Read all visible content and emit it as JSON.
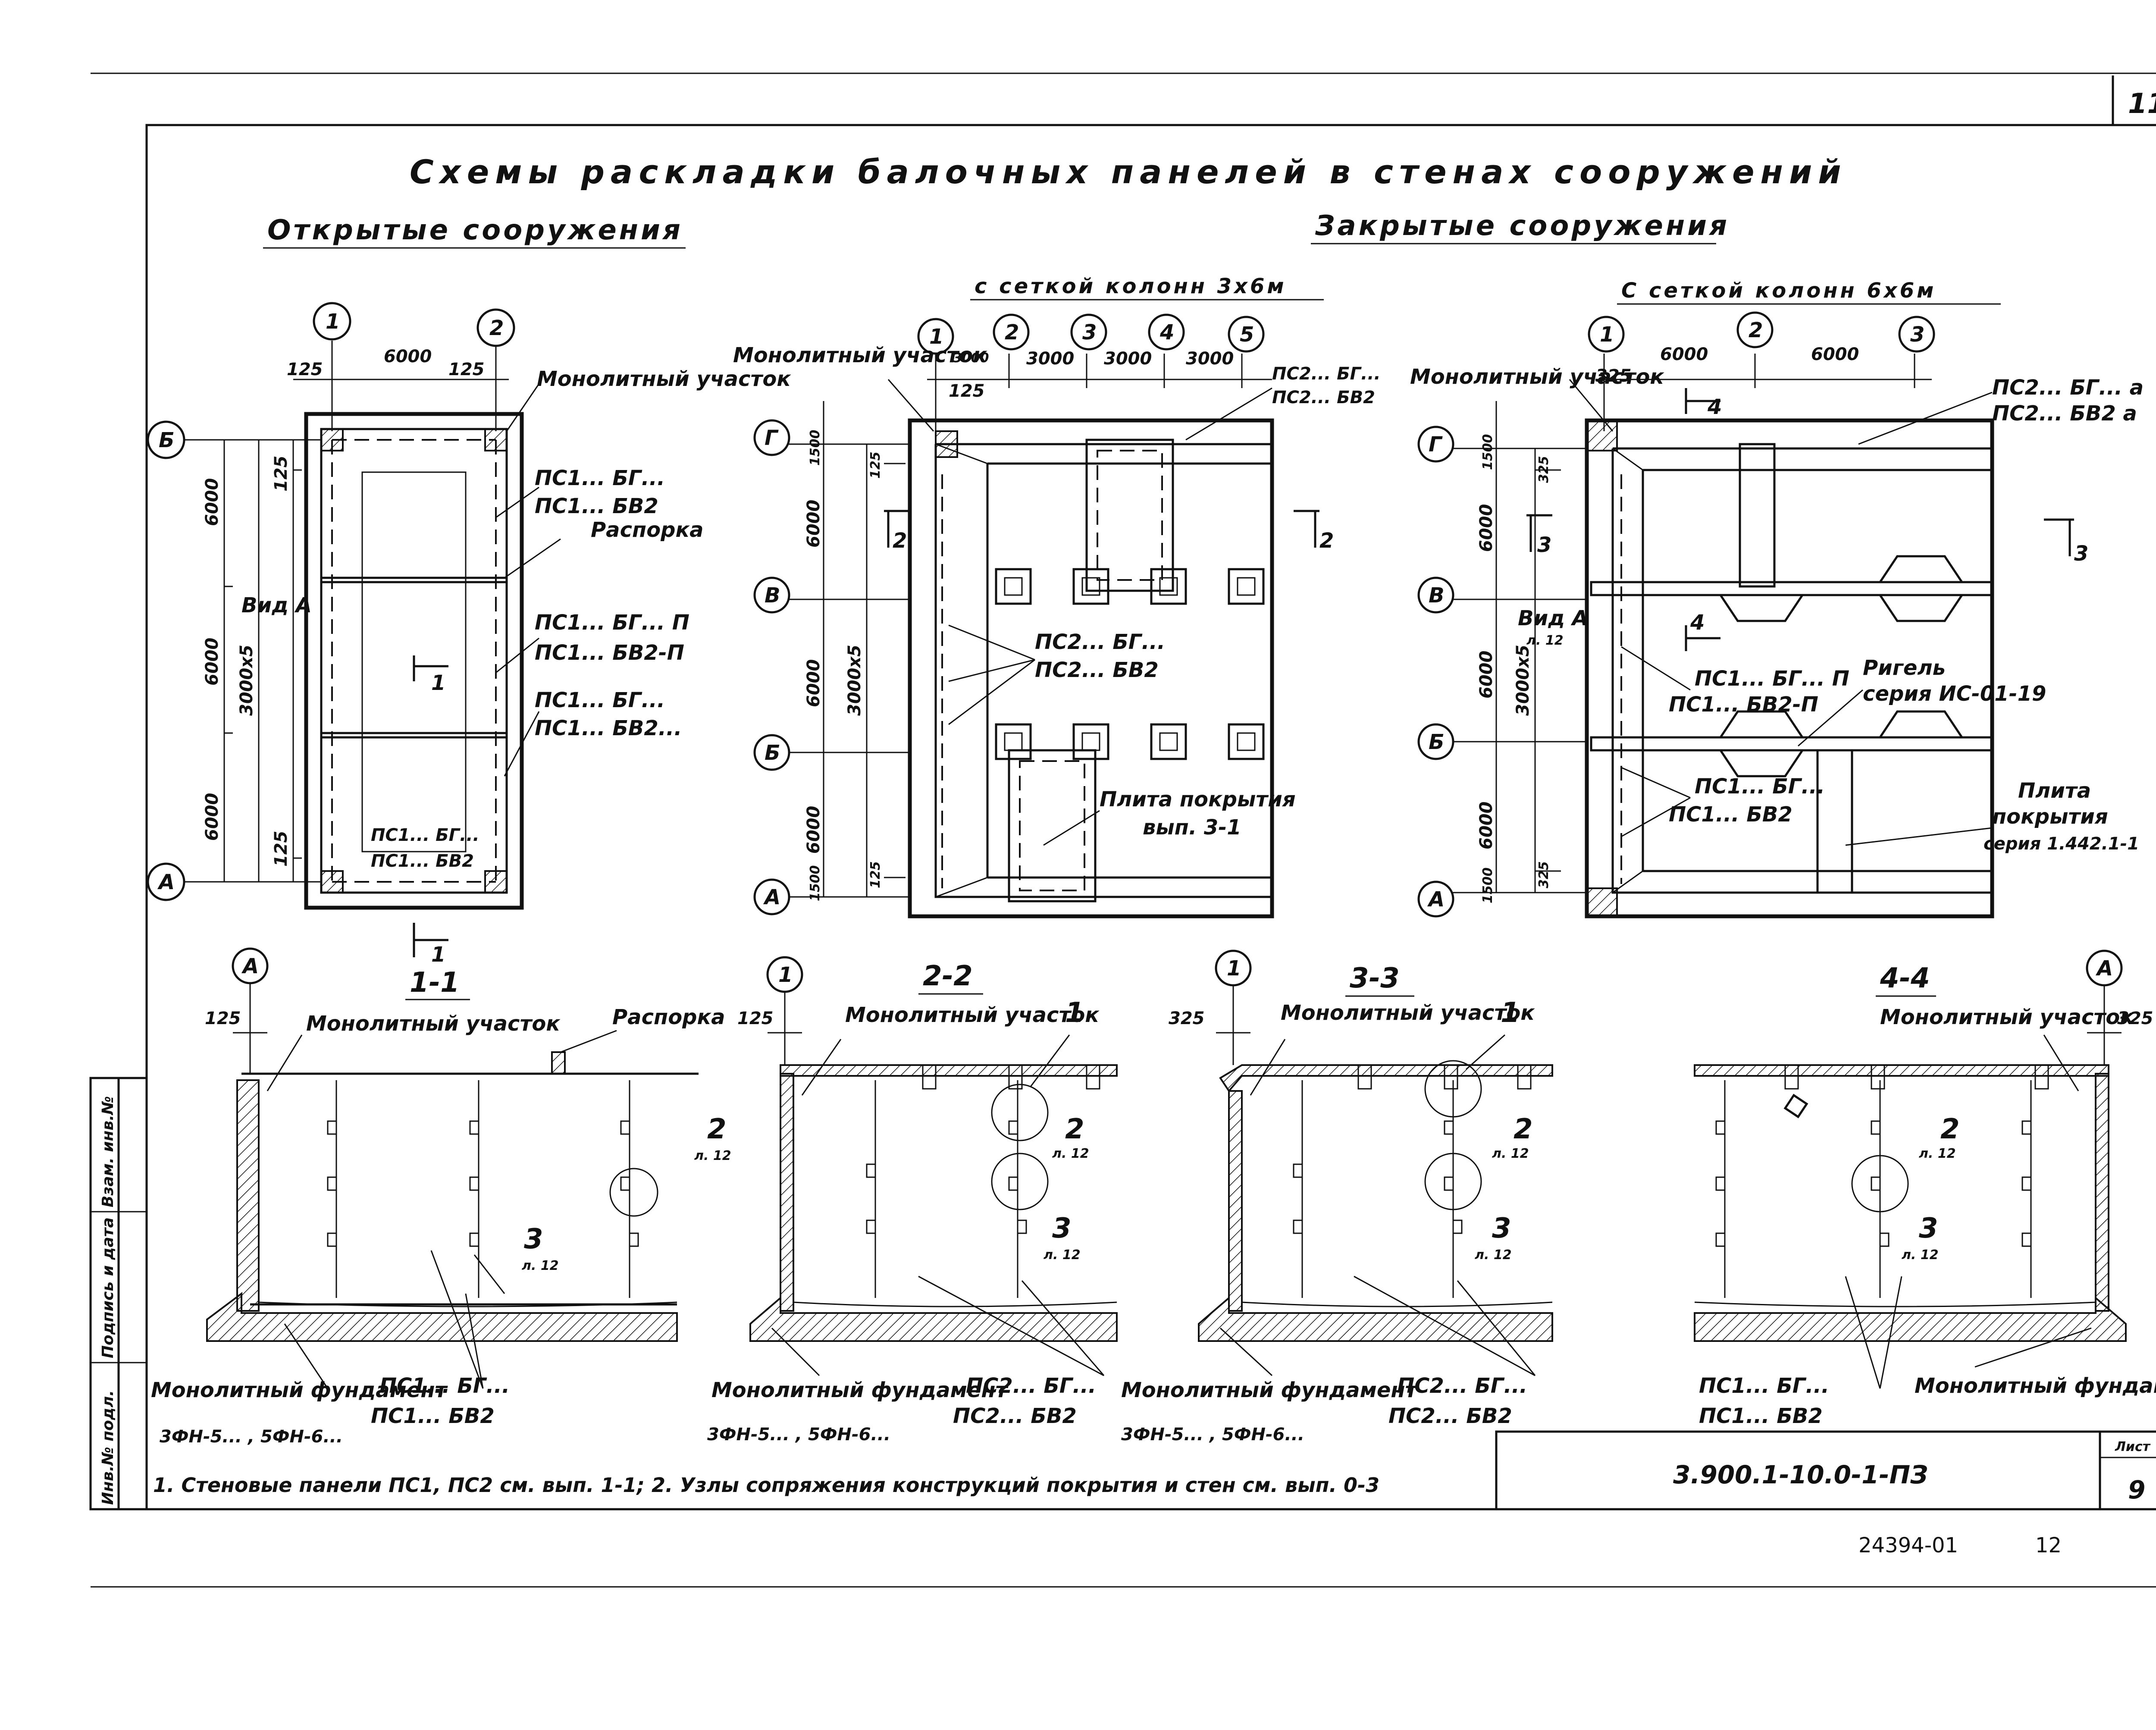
{
  "sheet": {
    "top_page_number": "11",
    "title": "Схемы раскладки балочных панелей в стенах сооружений",
    "heading_open": "Открытые сооружения",
    "heading_closed": "Закрытые сооружения",
    "subheading_3x6": "с сеткой колонн 3х6м",
    "subheading_6x6": "С сеткой колонн 6х6м",
    "note": "1. Стеновые панели ПС1, ПС2 см. вып. 1-1; 2. Узлы сопряжения конструкций покрытия и стен см. вып. 0-3",
    "doc_code": "3.900.1-10.0-1-ПЗ",
    "sheet_label": "Лист",
    "sheet_number": "9",
    "archive_number": "24394-01",
    "archive_page": "12",
    "side_stamp": [
      "Инв.№ подл.",
      "Подпись и дата",
      "Взам. инв.№"
    ]
  },
  "plan_open": {
    "axes_top": [
      "1",
      "2"
    ],
    "axes_left": [
      "Б",
      "А"
    ],
    "dims_top": [
      "125",
      "6000",
      "125"
    ],
    "dims_left": [
      "6000",
      "6000",
      "6000"
    ],
    "dim_total": "3000х5",
    "dims_inner": [
      "125",
      "125"
    ],
    "labels": {
      "monolith": "Монолитный участок",
      "ps1_bg": "ПС1... БГ...",
      "ps1_bv2": "ПС1... БВ2",
      "rasporka": "Распорка",
      "ps1_bg_p": "ПС1... БГ... П",
      "ps1_bv2_p": "ПС1... БВ2-П",
      "ps1_bg_2": "ПС1... БГ...",
      "ps1_bv2_2": "ПС1... БВ2...",
      "ps1_bg_in": "ПС1... БГ...",
      "ps1_bv2_in": "ПС1... БВ2",
      "vid": "Вид А",
      "cut": "1"
    }
  },
  "plan_3x6": {
    "axes_top": [
      "1",
      "2",
      "3",
      "4",
      "5"
    ],
    "axes_left": [
      "Г",
      "В",
      "Б",
      "А"
    ],
    "dims_top": [
      "3000",
      "3000",
      "3000",
      "3000"
    ],
    "dim_125": "125",
    "dims_left": [
      "1500",
      "6000",
      "6000",
      "6000",
      "1500"
    ],
    "dim_total": "3000х5",
    "dims_inner": [
      "125",
      "125"
    ],
    "labels": {
      "monolith": "Монолитный участок",
      "ps2_bg_top": "ПС2... БГ...",
      "ps2_bv2_top": "ПС2... БВ2",
      "ps2_bg": "ПС2... БГ...",
      "ps2_bv2": "ПС2... БВ2",
      "plate": "Плита покрытия",
      "plate_ref": "вып. 3-1",
      "cut": "2"
    }
  },
  "plan_6x6": {
    "axes_top": [
      "1",
      "2",
      "3"
    ],
    "axes_left": [
      "Г",
      "В",
      "Б",
      "А"
    ],
    "dims_top": [
      "6000",
      "6000"
    ],
    "dim_325": "325",
    "dims_left": [
      "1500",
      "6000",
      "6000",
      "6000",
      "1500"
    ],
    "dim_total": "3000х5",
    "dims_inner": [
      "325",
      "325"
    ],
    "labels": {
      "monolith": "Монолитный участок",
      "ps2_bg_a": "ПС2... БГ... а",
      "ps2_bv2_a": "ПС2... БВ2 а",
      "vid": "Вид А",
      "vid_ref": "л. 12",
      "ps1_bg_p": "ПС1... БГ... П",
      "ps1_bv2_p": "ПС1... БВ2-П",
      "rigel": "Ригель",
      "rigel_ref": "серия ИС-01-19",
      "ps1_bg": "ПС1... БГ...",
      "ps1_bv2": "ПС1... БВ2",
      "plate": "Плита",
      "plate2": "покрытия",
      "plate_ref": "серия 1.442.1-1",
      "cut3": "3",
      "cut4": "4"
    }
  },
  "sections": [
    {
      "title": "1-1",
      "axis": "А",
      "dim": "125",
      "monolith": "Монолитный участок",
      "extra": "Распорка",
      "node2": "2",
      "node2_ref": "л. 12",
      "node3": "3",
      "node3_ref": "л. 12",
      "panel_a": "ПС1... БГ...",
      "panel_b": "ПС1... БВ2",
      "foundation": "Монолитный фундамент",
      "foundation_ref": "3ФН-5... , 5ФН-6..."
    },
    {
      "title": "2-2",
      "axis": "1",
      "dim": "125",
      "monolith": "Монолитный участок",
      "node1": "1",
      "node2": "2",
      "node2_ref": "л. 12",
      "node3": "3",
      "node3_ref": "л. 12",
      "panel_a": "ПС2... БГ...",
      "panel_b": "ПС2... БВ2",
      "foundation": "Монолитный фундамент",
      "foundation_ref": "3ФН-5... , 5ФН-6..."
    },
    {
      "title": "3-3",
      "axis": "1",
      "dim": "325",
      "monolith": "Монолитный участок",
      "node1": "1",
      "node2": "2",
      "node2_ref": "л. 12",
      "node3": "3",
      "node3_ref": "л. 12",
      "panel_a": "ПС2... БГ...",
      "panel_b": "ПС2... БВ2",
      "foundation": "Монолитный фундамент",
      "foundation_ref": "3ФН-5... , 5ФН-6..."
    },
    {
      "title": "4-4",
      "axis": "А",
      "dim": "325",
      "monolith": "Монолитный участок",
      "node2": "2",
      "node2_ref": "л. 12",
      "node3": "3",
      "node3_ref": "л. 12",
      "panel_a": "ПС1... БГ...",
      "panel_b": "ПС1... БВ2",
      "foundation": "Монолитный фундамент"
    }
  ]
}
